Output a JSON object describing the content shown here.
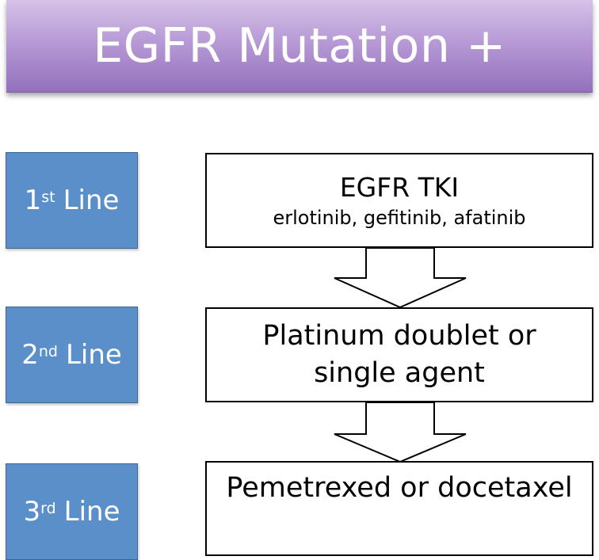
{
  "title": "EGFR Mutation +",
  "lines": [
    {
      "number": "1",
      "suffix": "st",
      "word": "Line"
    },
    {
      "number": "2",
      "suffix": "nd",
      "word": "Line"
    },
    {
      "number": "3",
      "suffix": "rd",
      "word": "Line"
    }
  ],
  "treatments": {
    "first": {
      "name": "EGFR TKI",
      "drugs": "erlotinib, gefitinib, afatinib"
    },
    "second": {
      "line1": "Platinum doublet or",
      "line2": "single agent"
    },
    "third": {
      "name": "Pemetrexed or docetaxel"
    }
  },
  "colors": {
    "title_banner": "#a98bcf",
    "line_box": "#5b8fc9",
    "treatment_border": "#000000"
  }
}
